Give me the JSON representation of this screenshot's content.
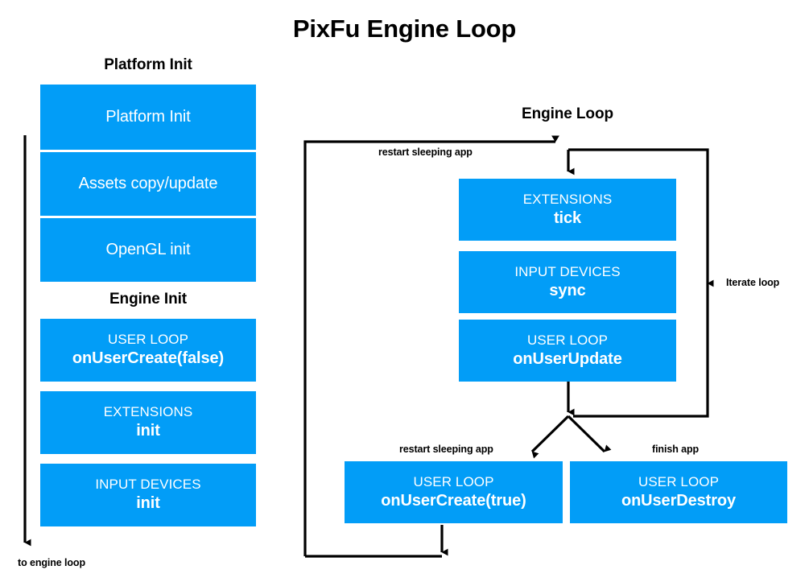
{
  "diagram": {
    "title": "PixFu Engine Loop",
    "accent_color": "#029df7",
    "line_color": "#000000",
    "text_on_box": "#ffffff",
    "background": "#ffffff"
  },
  "sections": {
    "platform_init": {
      "heading": "Platform Init",
      "boxes": [
        {
          "top": "",
          "main": "Platform Init",
          "single": true
        },
        {
          "top": "",
          "main": "Assets copy/update",
          "single": true
        },
        {
          "top": "",
          "main": "OpenGL init",
          "single": true
        }
      ]
    },
    "engine_init": {
      "heading": "Engine Init",
      "boxes": [
        {
          "top": "USER LOOP",
          "main": "onUserCreate(false)",
          "single": false
        },
        {
          "top": "EXTENSIONS",
          "main": "init",
          "single": false
        },
        {
          "top": "INPUT DEVICES",
          "main": "init",
          "single": false
        }
      ]
    },
    "engine_loop": {
      "heading": "Engine Loop",
      "boxes": [
        {
          "top": "EXTENSIONS",
          "main": "tick",
          "single": false
        },
        {
          "top": "INPUT DEVICES",
          "main": "sync",
          "single": false
        },
        {
          "top": "USER LOOP",
          "main": "onUserUpdate",
          "single": false
        }
      ],
      "branch_boxes": [
        {
          "top": "USER LOOP",
          "main": "onUserCreate(true)",
          "single": false
        },
        {
          "top": "USER LOOP",
          "main": "onUserDestroy",
          "single": false
        }
      ]
    }
  },
  "edge_labels": {
    "to_engine_loop": "to engine loop",
    "restart_sleeping_app_top": "restart sleeping app",
    "iterate_loop": "Iterate loop",
    "restart_sleeping_app_bottom": "restart sleeping app",
    "finish_app": "finish app"
  }
}
